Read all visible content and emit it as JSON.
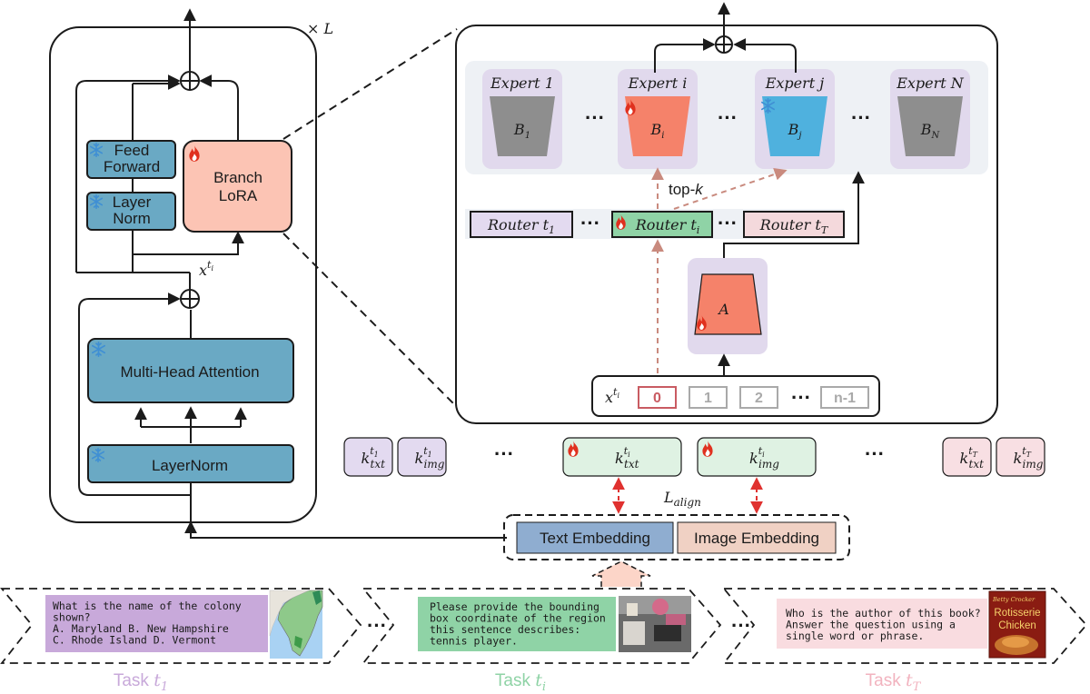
{
  "left_block": {
    "repeat": "× L",
    "feed_forward": [
      "Feed",
      "Forward"
    ],
    "layer_norm_small": [
      "Layer",
      "Norm"
    ],
    "branch_lora": [
      "Branch",
      "LoRA"
    ],
    "mha": "Multi-Head Attention",
    "layernorm": "LayerNorm",
    "x_base": "x",
    "x_sup": "t",
    "x_subsup": "i"
  },
  "experts": [
    {
      "title": "Expert 1",
      "b": "B",
      "sub": "1"
    },
    {
      "title": "Expert i",
      "b": "B",
      "sub": "i"
    },
    {
      "title": "Expert j",
      "b": "B",
      "sub": "j"
    },
    {
      "title": "Expert N",
      "b": "B",
      "sub": "N"
    }
  ],
  "colors": {
    "frozen_expert": "#8e8e8e",
    "active_expert": "#f5826a",
    "reused_expert": "#4fb1de",
    "expert_bg": "#e1d9ed",
    "block_blue": "#6aa9c4",
    "lora_pink": "#fcc4b4"
  },
  "topk": {
    "text": "top-",
    "k": "k"
  },
  "routers": [
    {
      "name": "Router t",
      "sub": "1"
    },
    {
      "name": "Router t",
      "sub": "i"
    },
    {
      "name": "Router t",
      "sub": "T"
    }
  ],
  "a_label": "A",
  "tokens": [
    "0",
    "1",
    "2",
    "n-1"
  ],
  "keys": [
    {
      "base": "k",
      "sup": "t",
      "supsub": "1",
      "sub": "txt"
    },
    {
      "base": "k",
      "sup": "t",
      "supsub": "1",
      "sub": "img"
    },
    {
      "base": "k",
      "sup": "t",
      "supsub": "i",
      "sub": "txt"
    },
    {
      "base": "k",
      "sup": "t",
      "supsub": "i",
      "sub": "img"
    },
    {
      "base": "k",
      "sup": "t",
      "supsub": "T",
      "sub": "txt"
    },
    {
      "base": "k",
      "sup": "t",
      "supsub": "T",
      "sub": "img"
    }
  ],
  "align": {
    "base": "L",
    "sub": "align"
  },
  "embeddings": {
    "text": "Text Embedding",
    "image": "Image Embedding"
  },
  "tasks": [
    {
      "label": "Task t",
      "sub": "1",
      "color": "#c8a9da",
      "question": [
        "What is the name of the colony",
        "shown?",
        "A. Maryland        B. New Hampshire",
        "C. Rhode Island  D. Vermont"
      ]
    },
    {
      "label": "Task t",
      "sub": "i",
      "color": "#8fd3a6",
      "question": [
        "Please provide the bounding",
        "box coordinate of the region",
        "this sentence describes:",
        "tennis player."
      ]
    },
    {
      "label": "Task t",
      "sub": "T",
      "color": "#f2b3bf",
      "question": [
        "Who is the author of this book?",
        "Answer the question using a",
        "single word or phrase."
      ]
    }
  ],
  "book": {
    "brand": "Betty Crocker",
    "title": [
      "Rotisserie",
      "Chicken"
    ]
  }
}
